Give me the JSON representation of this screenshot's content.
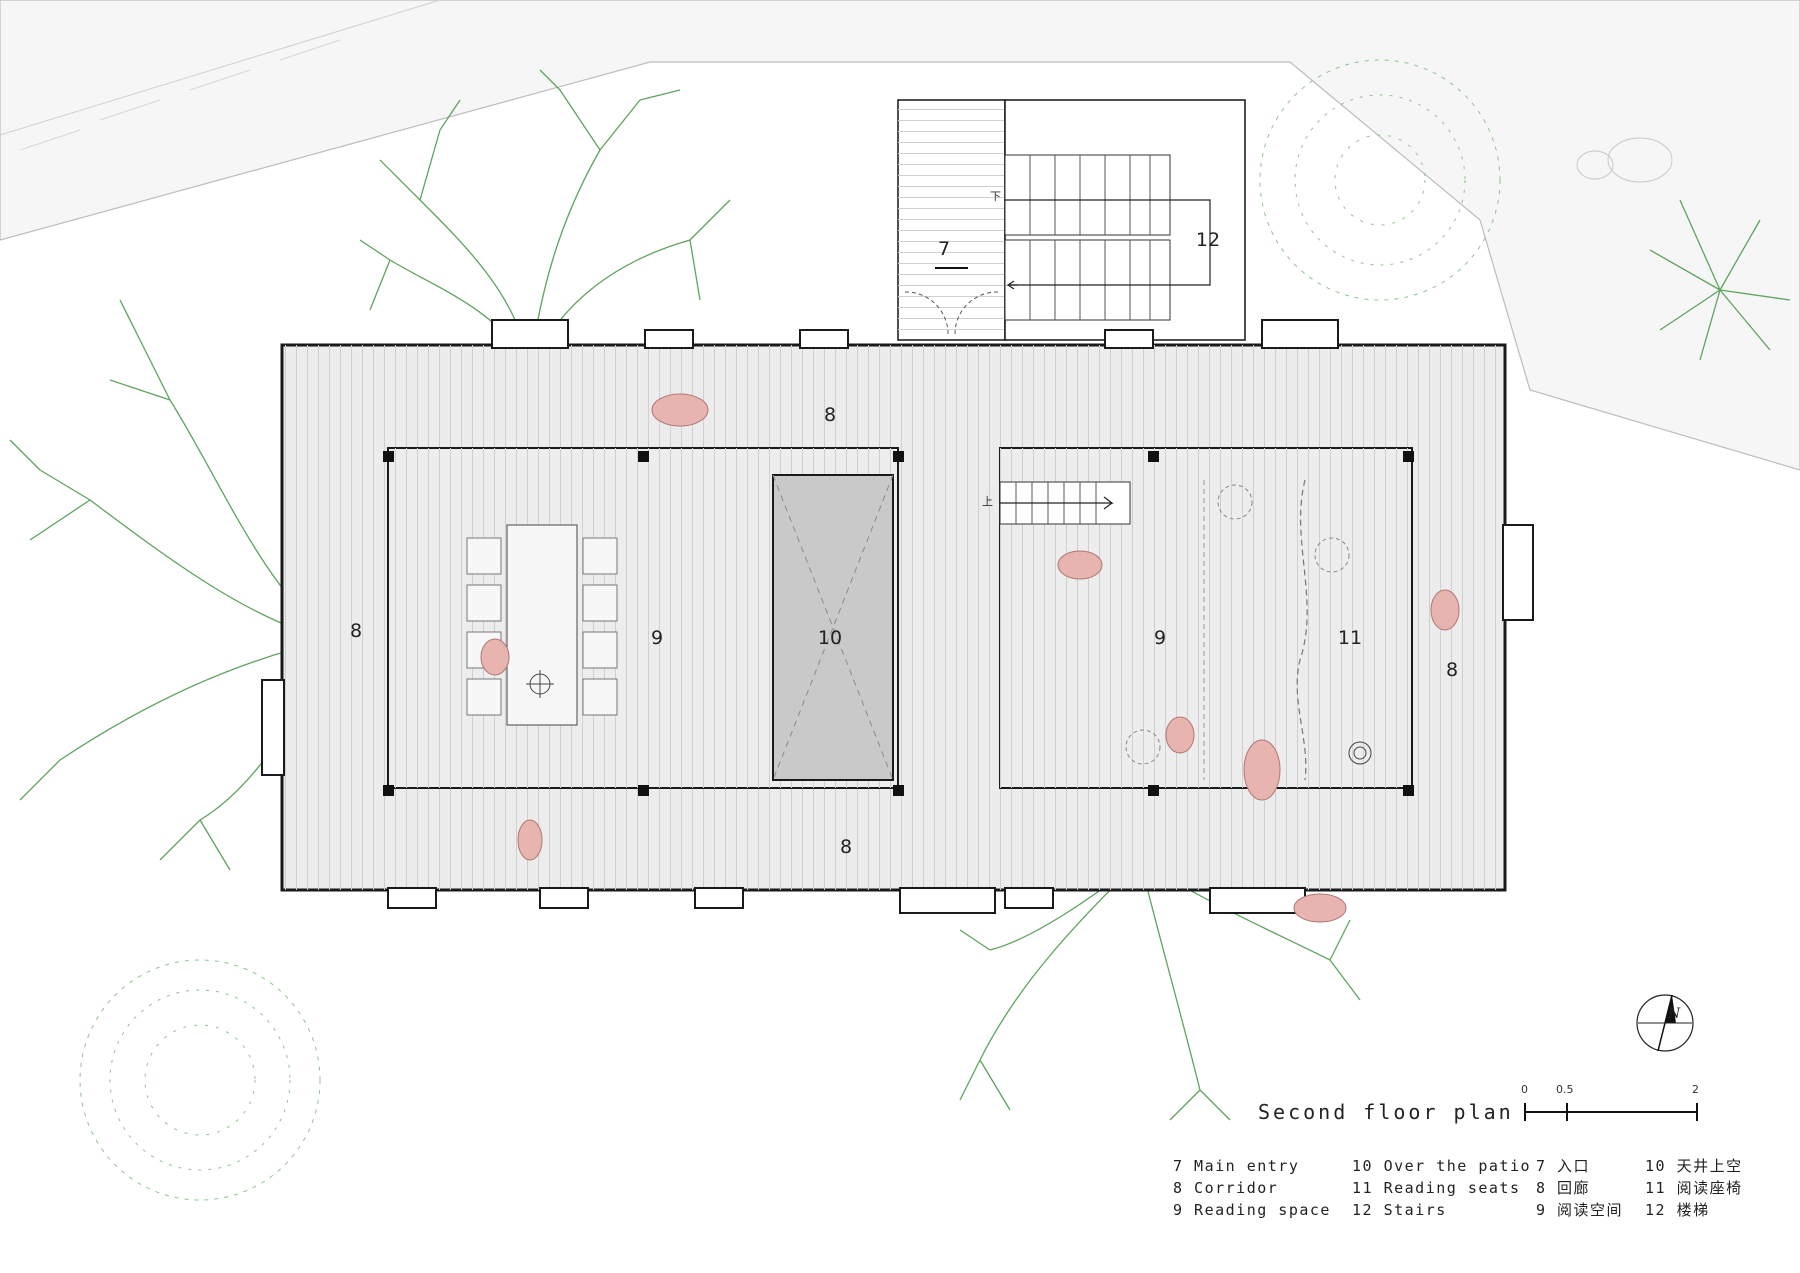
{
  "drawing": {
    "title": "Second floor plan",
    "north": "N"
  },
  "scale": {
    "ticks": [
      "0",
      "0.5",
      "2"
    ]
  },
  "rooms": {
    "entry": "7",
    "corridor_top": "8",
    "corridor_left": "8",
    "corridor_right": "8",
    "corridor_bottom": "8",
    "reading_left": "9",
    "reading_right": "9",
    "patio": "10",
    "seats": "11",
    "stairs": "12"
  },
  "stair_marks": {
    "down": "下",
    "up": "上"
  },
  "legend_en": [
    "7 Main entry",
    "8 Corridor",
    "9 Reading space",
    "10 Over the patio",
    "11 Reading seats",
    "12 Stairs"
  ],
  "legend_cn": [
    "7 入口",
    "8 回廊",
    "9 阅读空间",
    "10 天井上空",
    "11 阅读座椅",
    "12 楼梯"
  ],
  "colors": {
    "tree": "#5ea35e",
    "floor": "#ececec",
    "patio": "#c9c9c9",
    "figure": "#e8b4b0",
    "wall": "#1a1a1a"
  }
}
